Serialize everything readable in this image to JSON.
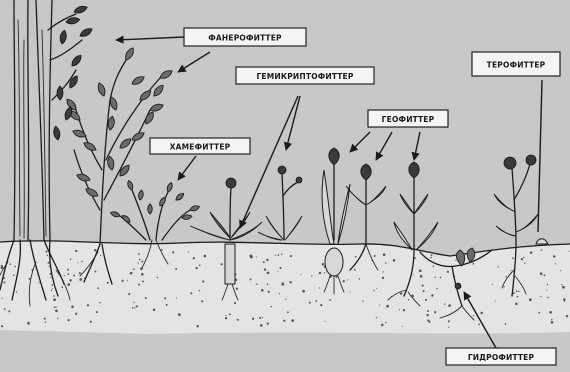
{
  "labels": {
    "phanerophytes": "ФАНЕРОФИТТЕР",
    "chamaephytes": "ХАМЕФИТТЕР",
    "hemicryptophytes": "ГЕМИКРИПТОФИТТЕР",
    "geophytes": "ГЕОФИТТЕР",
    "therophytes": "ТЕРОФИТТЕР",
    "hydrophytes": "ГИДРОФИТТЕР"
  },
  "colors": {
    "background": "#c8c8c8",
    "soil": "#e4e4e4",
    "ink": "#1c1c1c"
  }
}
